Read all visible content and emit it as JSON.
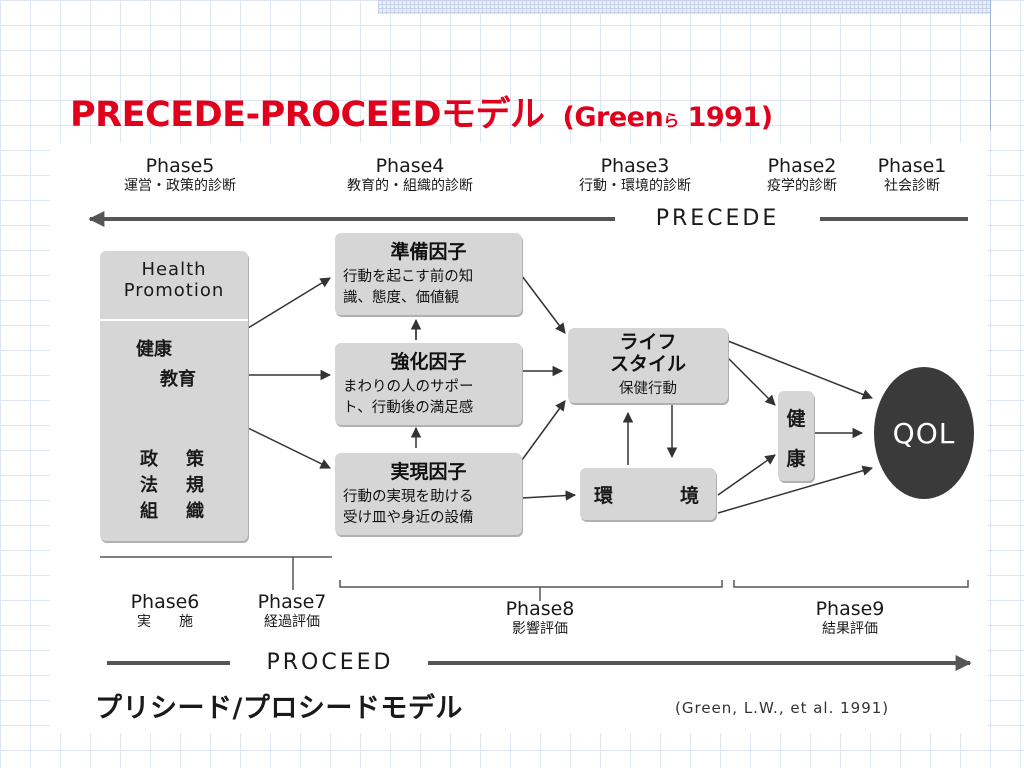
{
  "slide": {
    "title_main": "PRECEDE-PROCEEDモデル",
    "title_sub_prefix": "(Green",
    "title_sub_small": "ら",
    "title_sub_suffix": " 1991)"
  },
  "diagram": {
    "precede_label": "PRECEDE",
    "proceed_label": "PROCEED",
    "top_phases": [
      {
        "name": "Phase5",
        "desc": "運営・政策的診断"
      },
      {
        "name": "Phase4",
        "desc": "教育的・組織的診断"
      },
      {
        "name": "Phase3",
        "desc": "行動・環境的診断"
      },
      {
        "name": "Phase2",
        "desc": "疫学的診断"
      },
      {
        "name": "Phase1",
        "desc": "社会診断"
      }
    ],
    "bottom_phases": [
      {
        "name": "Phase6",
        "desc": "実　　施"
      },
      {
        "name": "Phase7",
        "desc": "経過評価"
      },
      {
        "name": "Phase8",
        "desc": "影響評価"
      },
      {
        "name": "Phase9",
        "desc": "結果評価"
      }
    ],
    "health_promotion": {
      "line1": "Health",
      "line2": "Promotion",
      "education_1": "健康",
      "education_2": "教育",
      "policy": [
        "政",
        "法",
        "組"
      ],
      "regulation": [
        "策",
        "規",
        "織"
      ]
    },
    "predisposing": {
      "title": "準備因子",
      "line1": "行動を起こす前の知",
      "line2": "識、態度、価値観"
    },
    "reinforcing": {
      "title": "強化因子",
      "line1": "まわりの人のサポー",
      "line2": "ト、行動後の満足感"
    },
    "enabling": {
      "title": "実現因子",
      "line1": "行動の実現を助ける",
      "line2": "受け皿や身近の設備"
    },
    "lifestyle": {
      "line1": "ライフ",
      "line2": "スタイル",
      "line3": "保健行動"
    },
    "environment": {
      "left": "環",
      "right": "境"
    },
    "health": {
      "top": "健",
      "bottom": "康"
    },
    "qol": "QOL",
    "caption": "プリシード/プロシードモデル",
    "citation": "(Green, L.W., et al. 1991)"
  }
}
